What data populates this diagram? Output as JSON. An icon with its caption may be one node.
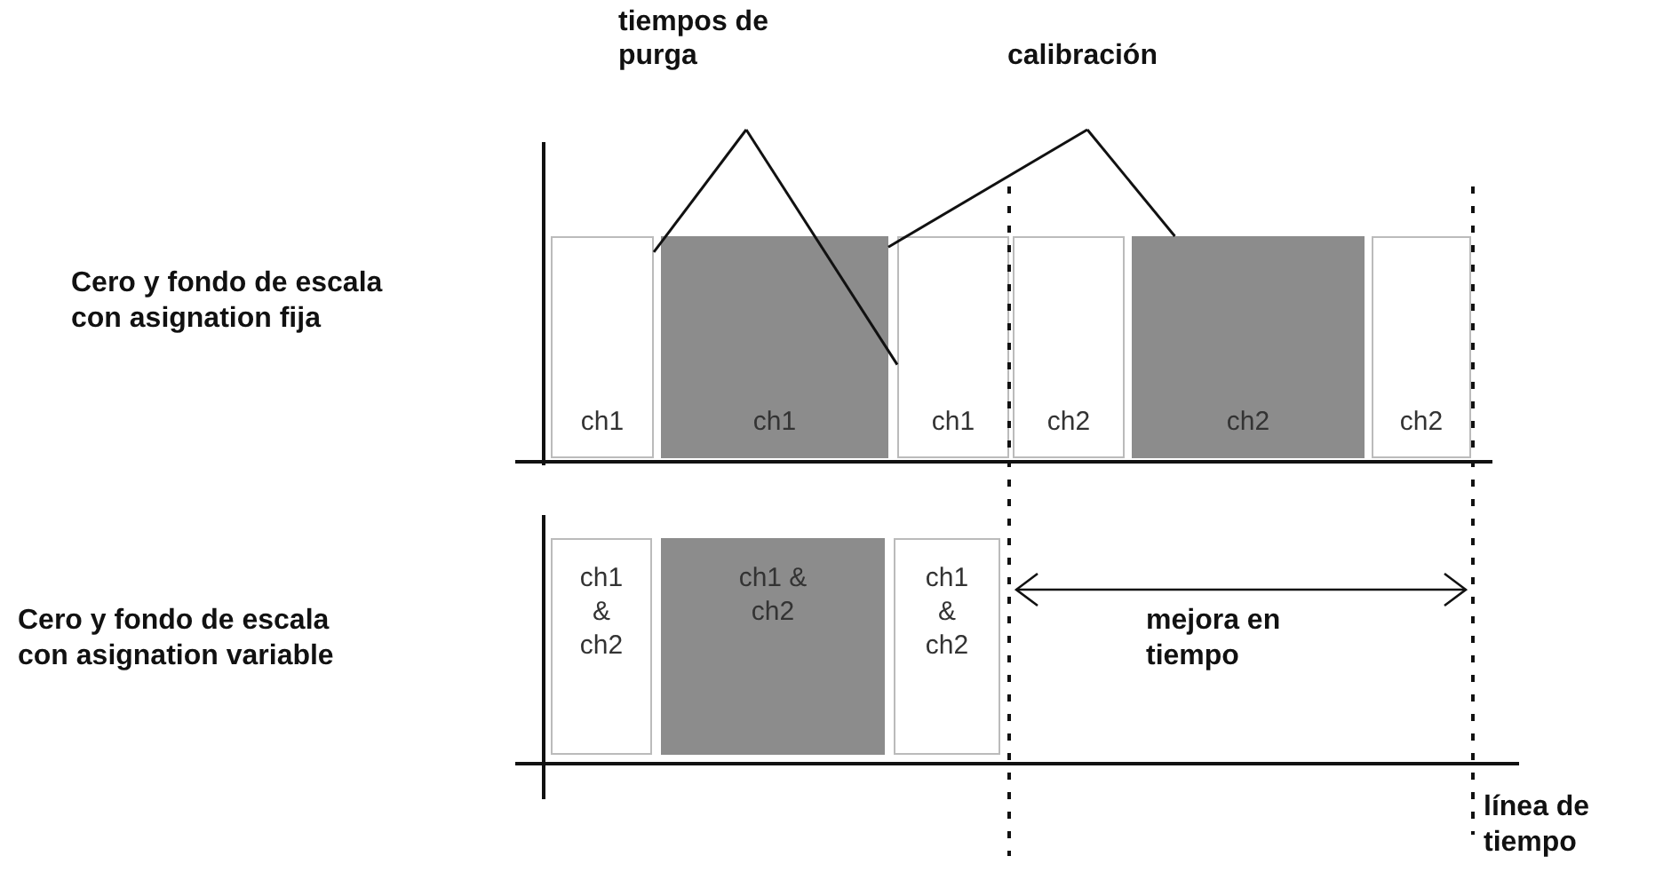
{
  "diagram": {
    "nodes": [
      {
        "text": [
          "tiempos de purga"
        ]
      },
      {
        "text": [
          "calibración"
        ]
      },
      {
        "text": [
          "ch1"
        ]
      },
      {
        "text": [
          "ch1"
        ]
      },
      {
        "text": [
          "ch1"
        ]
      },
      {
        "text": [
          "ch2"
        ]
      },
      {
        "text": [
          "ch2"
        ]
      },
      {
        "text": [
          "ch2"
        ]
      },
      {
        "text": [
          "ch1 & ch2"
        ]
      },
      {
        "text": [
          "ch1 & ch2"
        ]
      },
      {
        "text": [
          "ch1 & ch2"
        ]
      }
    ],
    "edges": [
      {
        "from": 0,
        "to": 2,
        "arrow": "none"
      },
      {
        "from": 0,
        "to": 4,
        "arrow": "none"
      },
      {
        "from": 1,
        "to": 3,
        "arrow": "none"
      },
      {
        "from": 1,
        "to": 6,
        "arrow": "none"
      }
    ],
    "labels": [
      "Cero y fondo de escala con asignation fija",
      "Cero y fondo de escala con asignation variable",
      "mejora en tiempo",
      "línea de tiempo"
    ]
  }
}
